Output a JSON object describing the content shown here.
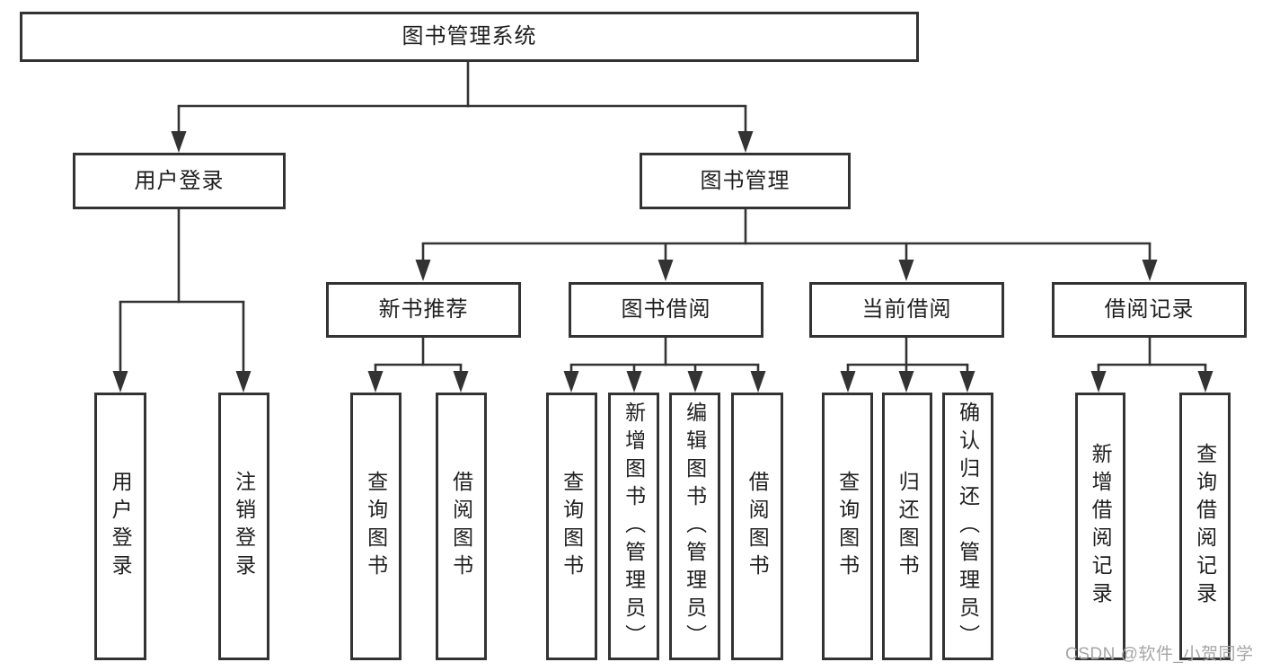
{
  "diagram": {
    "title": "图书管理系统",
    "branches": [
      {
        "label": "用户登录",
        "children": [
          {
            "label": "用户登录"
          },
          {
            "label": "注销登录"
          }
        ]
      },
      {
        "label": "图书管理",
        "children": [
          {
            "label": "新书推荐",
            "children": [
              {
                "label": "查询图书"
              },
              {
                "label": "借阅图书"
              }
            ]
          },
          {
            "label": "图书借阅",
            "children": [
              {
                "label": "查询图书"
              },
              {
                "label": "新增图书（管理员）"
              },
              {
                "label": "编辑图书（管理员）"
              },
              {
                "label": "借阅图书"
              }
            ]
          },
          {
            "label": "当前借阅",
            "children": [
              {
                "label": "查询图书"
              },
              {
                "label": "归还图书"
              },
              {
                "label": "确认归还（管理员）"
              }
            ]
          },
          {
            "label": "借阅记录",
            "children": [
              {
                "label": "新增借阅记录"
              },
              {
                "label": "查询借阅记录"
              }
            ]
          }
        ]
      }
    ]
  },
  "watermark": {
    "text": "CSDN @软件_小贺同学"
  },
  "colors": {
    "line": "#333333",
    "box_border": "#333333",
    "text": "#1f1f1f",
    "watermark": "#a6a6a6",
    "background": "#ffffff"
  }
}
